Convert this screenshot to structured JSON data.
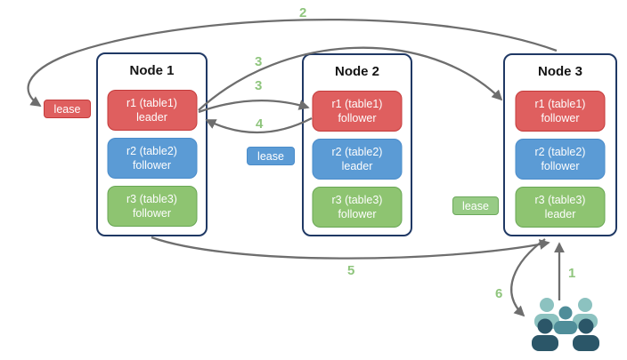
{
  "diagram": {
    "nodes": [
      {
        "title": "Node 1",
        "ranges": [
          {
            "name": "r1 (table1)",
            "role": "leader",
            "color": "red"
          },
          {
            "name": "r2 (table2)",
            "role": "follower",
            "color": "blue"
          },
          {
            "name": "r3 (table3)",
            "role": "follower",
            "color": "green"
          }
        ]
      },
      {
        "title": "Node 2",
        "ranges": [
          {
            "name": "r1 (table1)",
            "role": "follower",
            "color": "red"
          },
          {
            "name": "r2 (table2)",
            "role": "leader",
            "color": "blue"
          },
          {
            "name": "r3 (table3)",
            "role": "follower",
            "color": "green"
          }
        ]
      },
      {
        "title": "Node 3",
        "ranges": [
          {
            "name": "r1 (table1)",
            "role": "follower",
            "color": "red"
          },
          {
            "name": "r2 (table2)",
            "role": "follower",
            "color": "blue"
          },
          {
            "name": "r3 (table3)",
            "role": "leader",
            "color": "green"
          }
        ]
      }
    ],
    "leases": [
      {
        "label": "lease",
        "color": "red"
      },
      {
        "label": "lease",
        "color": "blue"
      },
      {
        "label": "lease",
        "color": "green"
      }
    ],
    "steps": {
      "s1": "1",
      "s2": "2",
      "s3a": "3",
      "s3b": "3",
      "s4": "4",
      "s5": "5",
      "s6": "6"
    },
    "icons": {
      "users": "users-group-icon"
    },
    "colors": {
      "range_red": "#df5f5f",
      "range_blue": "#5b9bd5",
      "range_green": "#8ec471",
      "lease_green": "#97cb85",
      "node_border": "#1f3864",
      "arrow": "#6e6e6e",
      "step_label": "#8fc57d",
      "users_light": "#8cc2c0",
      "users_mid": "#4f8d99",
      "users_dark": "#2b5668"
    }
  }
}
